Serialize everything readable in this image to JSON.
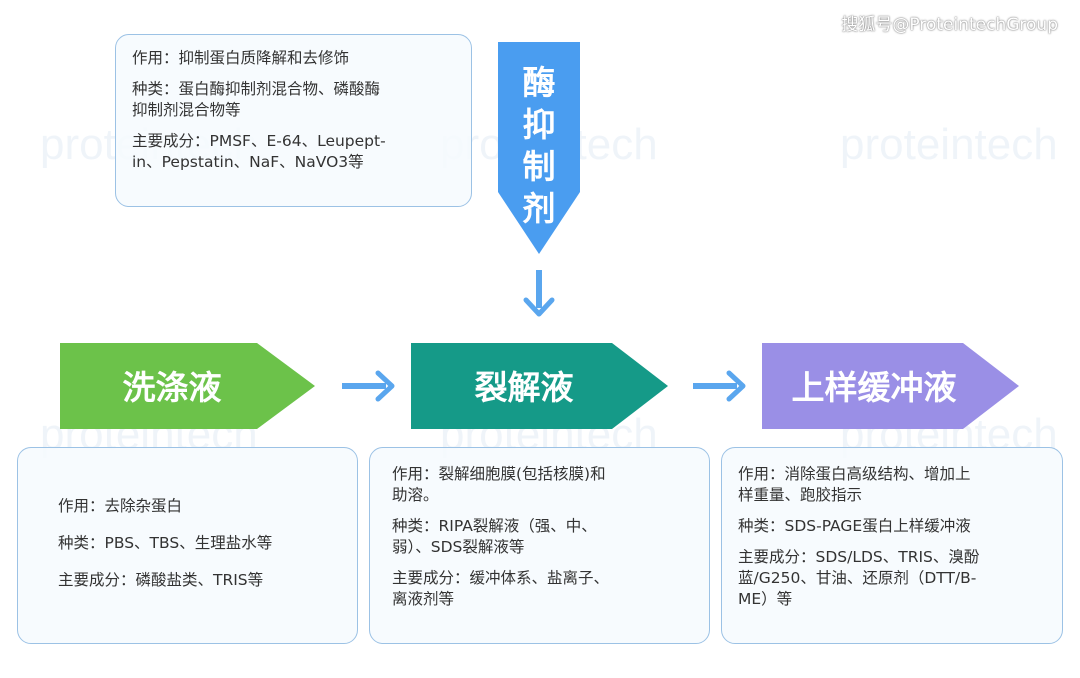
{
  "watermark_credit": "搜狐号@ProteintechGroup",
  "watermark_brand": "proteintech",
  "colors": {
    "wash": "#6cc24a",
    "lysis": "#159a88",
    "loading": "#9a8fe6",
    "inhibitor": "#4a9df0",
    "arrow": "#5aa6ee",
    "box_border": "#9cc2e5"
  },
  "inhibitor": {
    "label": [
      "酶",
      "抑",
      "制",
      "剂"
    ],
    "info": {
      "function": "作用：抑制蛋白质降解和去修饰",
      "types": "种类：蛋白酶抑制剂混合物、磷酸酶\n抑制剂混合物等",
      "components": "主要成分：PMSF、E-64、Leupept-\nin、Pepstatin、NaF、NaVO3等"
    }
  },
  "steps": [
    {
      "label": "洗涤液",
      "function": "作用：去除杂蛋白",
      "types": "种类：PBS、TBS、生理盐水等",
      "components": "主要成分：磷酸盐类、TRIS等"
    },
    {
      "label": "裂解液",
      "function": "作用：裂解细胞膜(包括核膜)和\n助溶。",
      "types": "种类：RIPA裂解液（强、中、\n弱）、SDS裂解液等",
      "components": "主要成分：缓冲体系、盐离子、\n离液剂等"
    },
    {
      "label": "上样缓冲液",
      "function": "作用：消除蛋白高级结构、增加上\n样重量、跑胶指示",
      "types": "种类：SDS-PAGE蛋白上样缓冲液",
      "components": "主要成分：SDS/LDS、TRIS、溴酚\n蓝/G250、甘油、还原剂（DTT/B-\nME）等"
    }
  ]
}
